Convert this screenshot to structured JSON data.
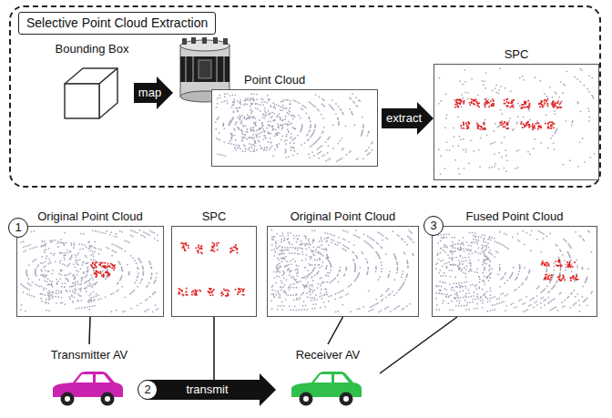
{
  "diagram": {
    "nodes": [
      {
        "text": [
          "Selective Point Cloud Extraction"
        ]
      },
      {
        "text": [
          "Bounding Box"
        ],
        "in": 0
      },
      {
        "text": [
          "Point Cloud"
        ],
        "in": 0
      },
      {
        "text": [
          "SPC"
        ],
        "in": 0
      },
      {
        "text": [
          "Original Point Cloud"
        ]
      },
      {
        "text": [
          "SPC"
        ]
      },
      {
        "text": [
          "Original Point Cloud"
        ]
      },
      {
        "text": [
          "Fused Point Cloud"
        ]
      },
      {
        "text": [
          "Transmitter AV"
        ]
      },
      {
        "text": [
          "Receiver AV"
        ]
      }
    ],
    "edges": [
      {
        "from": 1,
        "to": 2,
        "label": "map",
        "arrow": "to"
      },
      {
        "from": 2,
        "to": 3,
        "label": "extract",
        "arrow": "to"
      },
      {
        "from": 4,
        "to": 8,
        "arrow": "none"
      },
      {
        "from": 8,
        "to": 9,
        "label": "transmit",
        "arrow": "to"
      },
      {
        "from": 6,
        "to": 9,
        "arrow": "none"
      },
      {
        "from": 7,
        "to": 9,
        "arrow": "none"
      }
    ],
    "labels": [
      "1",
      "2",
      "3"
    ]
  }
}
